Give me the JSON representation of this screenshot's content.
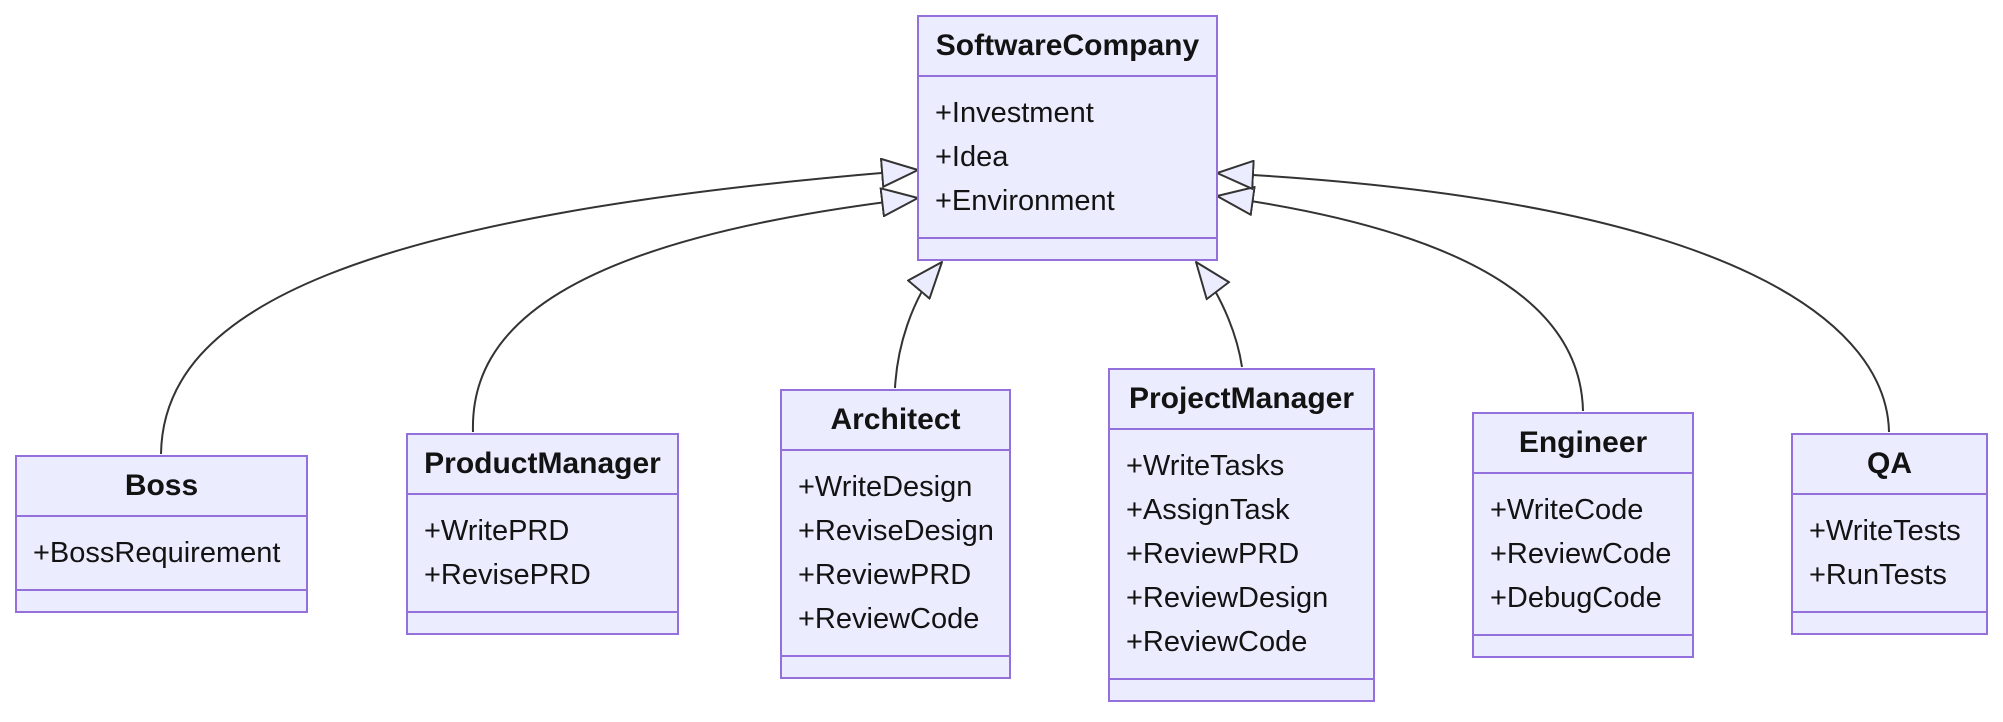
{
  "diagram": {
    "kind": "uml-class-diagram",
    "colors": {
      "class_fill": "#ECECFF",
      "class_border": "#9370DB",
      "edge_stroke": "#333333",
      "text": "#131313",
      "background": "#ffffff"
    },
    "classes": [
      {
        "name": "SoftwareCompany",
        "members": [
          "+Investment",
          "+Idea",
          "+Environment"
        ]
      },
      {
        "name": "Boss",
        "members": [
          "+BossRequirement"
        ]
      },
      {
        "name": "ProductManager",
        "members": [
          "+WritePRD",
          "+RevisePRD"
        ]
      },
      {
        "name": "Architect",
        "members": [
          "+WriteDesign",
          "+ReviseDesign",
          "+ReviewPRD",
          "+ReviewCode"
        ]
      },
      {
        "name": "ProjectManager",
        "members": [
          "+WriteTasks",
          "+AssignTask",
          "+ReviewPRD",
          "+ReviewDesign",
          "+ReviewCode"
        ]
      },
      {
        "name": "Engineer",
        "members": [
          "+WriteCode",
          "+ReviewCode",
          "+DebugCode"
        ]
      },
      {
        "name": "QA",
        "members": [
          "+WriteTests",
          "+RunTests"
        ]
      }
    ],
    "edges": [
      {
        "from": "Boss",
        "to": "SoftwareCompany",
        "type": "inheritance-hollow-triangle"
      },
      {
        "from": "ProductManager",
        "to": "SoftwareCompany",
        "type": "inheritance-hollow-triangle"
      },
      {
        "from": "Architect",
        "to": "SoftwareCompany",
        "type": "inheritance-hollow-triangle"
      },
      {
        "from": "ProjectManager",
        "to": "SoftwareCompany",
        "type": "inheritance-hollow-triangle"
      },
      {
        "from": "Engineer",
        "to": "SoftwareCompany",
        "type": "inheritance-hollow-triangle"
      },
      {
        "from": "QA",
        "to": "SoftwareCompany",
        "type": "inheritance-hollow-triangle"
      }
    ]
  }
}
